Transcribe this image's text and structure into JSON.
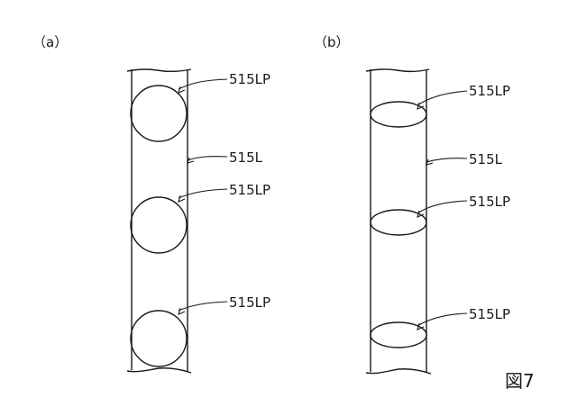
{
  "figure": {
    "label": "図7"
  },
  "panels": [
    {
      "id": "a",
      "label": "（a）",
      "strip_label": "515L",
      "pore_labels": [
        "515LP",
        "515LP",
        "515LP"
      ]
    },
    {
      "id": "b",
      "label": "（b）",
      "strip_label": "515L",
      "pore_labels": [
        "515LP",
        "515LP",
        "515LP"
      ]
    }
  ]
}
